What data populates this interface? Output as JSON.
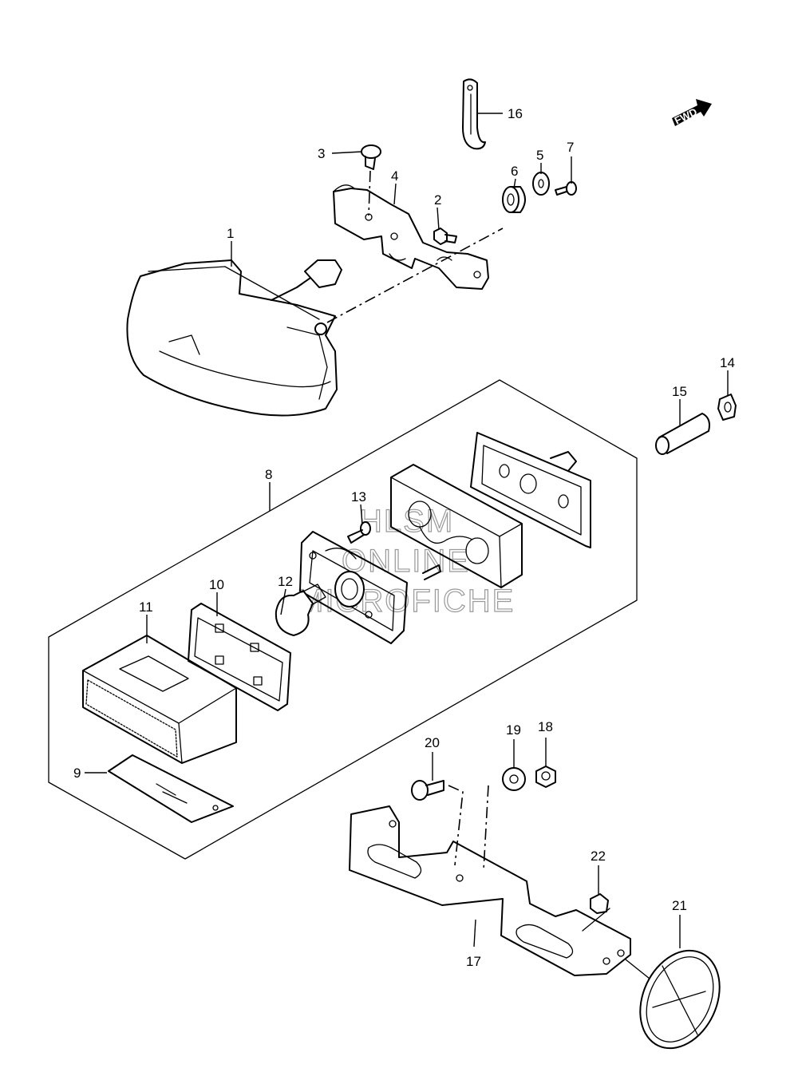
{
  "fwd_label": "FWD",
  "watermark": [
    "HLSM",
    "ONLINE",
    "MICROFICHE"
  ],
  "parts": [
    {
      "id": "p1",
      "number": "1"
    },
    {
      "id": "p2",
      "number": "2"
    },
    {
      "id": "p3",
      "number": "3"
    },
    {
      "id": "p4",
      "number": "4"
    },
    {
      "id": "p5",
      "number": "5"
    },
    {
      "id": "p6",
      "number": "6"
    },
    {
      "id": "p7",
      "number": "7"
    },
    {
      "id": "p8",
      "number": "8"
    },
    {
      "id": "p9",
      "number": "9"
    },
    {
      "id": "p10",
      "number": "10"
    },
    {
      "id": "p11",
      "number": "11"
    },
    {
      "id": "p12",
      "number": "12"
    },
    {
      "id": "p13",
      "number": "13"
    },
    {
      "id": "p14",
      "number": "14"
    },
    {
      "id": "p15",
      "number": "15"
    },
    {
      "id": "p16",
      "number": "16"
    },
    {
      "id": "p17",
      "number": "17"
    },
    {
      "id": "p18",
      "number": "18"
    },
    {
      "id": "p19",
      "number": "19"
    },
    {
      "id": "p20",
      "number": "20"
    },
    {
      "id": "p21",
      "number": "21"
    },
    {
      "id": "p22",
      "number": "22"
    }
  ]
}
